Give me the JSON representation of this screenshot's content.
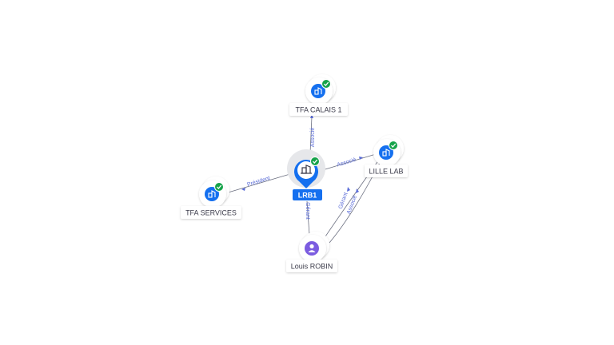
{
  "graph": {
    "center": {
      "label": "LRB1",
      "icon": "company-icon",
      "status": "verified"
    },
    "nodes": [
      {
        "key": "calais",
        "label": "TFA CALAIS 1",
        "icon": "company-icon",
        "status": "verified"
      },
      {
        "key": "lille",
        "label": "LILLE LAB",
        "icon": "company-icon",
        "status": "verified"
      },
      {
        "key": "services",
        "label": "TFA SERVICES",
        "icon": "company-icon",
        "status": "verified"
      },
      {
        "key": "robin",
        "label": "Louis ROBIN",
        "icon": "person-icon"
      }
    ],
    "edges": [
      {
        "from": "center",
        "to": "calais",
        "label": "Associé"
      },
      {
        "from": "center",
        "to": "lille",
        "label": "Associé"
      },
      {
        "from": "center",
        "to": "services",
        "label": "Président"
      },
      {
        "from": "center",
        "to": "robin",
        "label": "Gérant"
      },
      {
        "from": "robin",
        "to": "lille",
        "label": "Gérant"
      },
      {
        "from": "robin",
        "to": "lille",
        "label": "Associé"
      }
    ],
    "colors": {
      "company": "#1570ef",
      "person": "#7b5ce0",
      "verified": "#16a34a",
      "edge": "#6b6f80",
      "edge_label": "#5a6cd8"
    }
  }
}
